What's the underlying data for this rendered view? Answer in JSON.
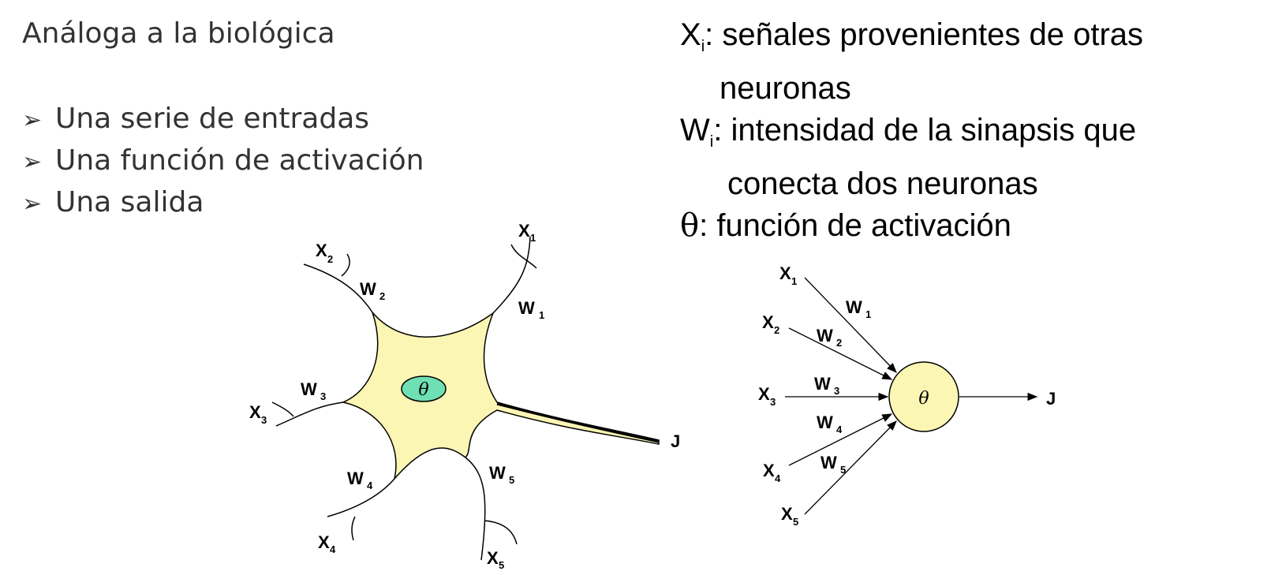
{
  "title": "Análoga a la biológica",
  "bullets": [
    {
      "icon": "arrow-bullet-icon",
      "text": "Una serie de entradas"
    },
    {
      "icon": "arrow-bullet-icon",
      "text": "Una función de activación"
    },
    {
      "icon": "arrow-bullet-icon",
      "text": "Una salida"
    }
  ],
  "definitions": [
    {
      "symbol": "X",
      "sub": "i",
      "line1": ": señales provenientes de otras",
      "line2": "neuronas"
    },
    {
      "symbol": "W",
      "sub": "i",
      "line1": ": intensidad de la sinapsis que",
      "line2": "conecta dos neuronas"
    },
    {
      "symbol": "θ",
      "sub": "",
      "line1": ": función de activación",
      "line2": ""
    }
  ],
  "bio_neuron": {
    "theta": "θ",
    "output": "J",
    "colors": {
      "soma": "#fbf6b4",
      "nucleus": "#6fe0b4"
    }
  },
  "artificial_neuron": {
    "theta": "θ",
    "output": "J",
    "colors": {
      "node": "#fbf6b4"
    }
  },
  "letters": {
    "x": "X",
    "w": "W"
  },
  "indices": [
    "1",
    "2",
    "3",
    "4",
    "5"
  ]
}
